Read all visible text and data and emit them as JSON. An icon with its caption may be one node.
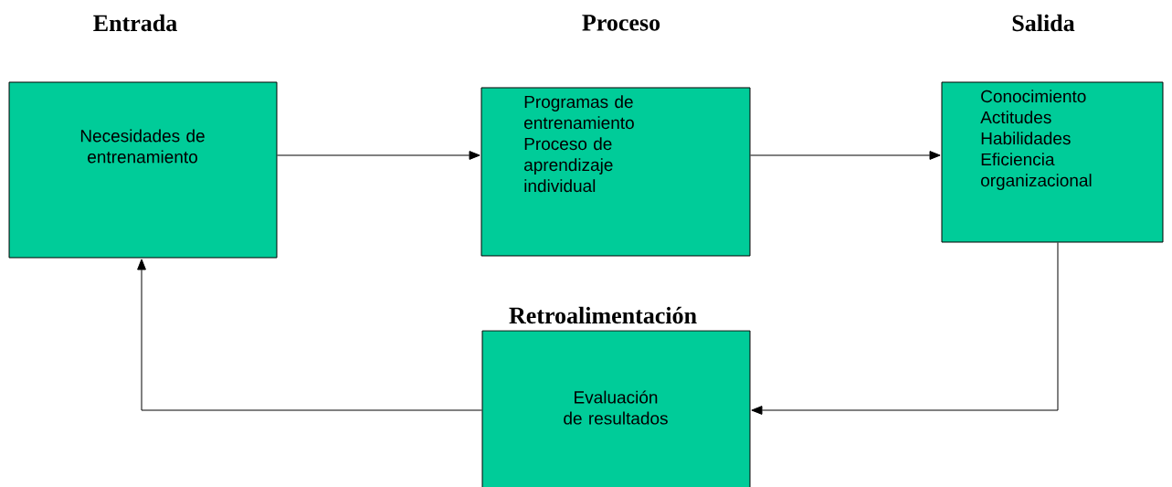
{
  "diagram": {
    "nodes": [
      {
        "text": [
          "Entrada",
          "Necesidades de entrenamiento"
        ]
      },
      {
        "text": [
          "Proceso",
          "Programas de entrenamiento",
          "Proceso de aprendizaje individual"
        ]
      },
      {
        "text": [
          "Salida",
          "Conocimiento",
          "Actitudes",
          "Habilidades",
          "Eficiencia organizacional"
        ]
      },
      {
        "text": [
          "Retroalimentación",
          "Evaluación de resultados"
        ]
      }
    ],
    "edges": [
      {
        "from": 0,
        "to": 1,
        "arrow": "to"
      },
      {
        "from": 1,
        "to": 2,
        "arrow": "to"
      },
      {
        "from": 2,
        "to": 3,
        "arrow": "to"
      },
      {
        "from": 3,
        "to": 0,
        "arrow": "to"
      }
    ]
  }
}
